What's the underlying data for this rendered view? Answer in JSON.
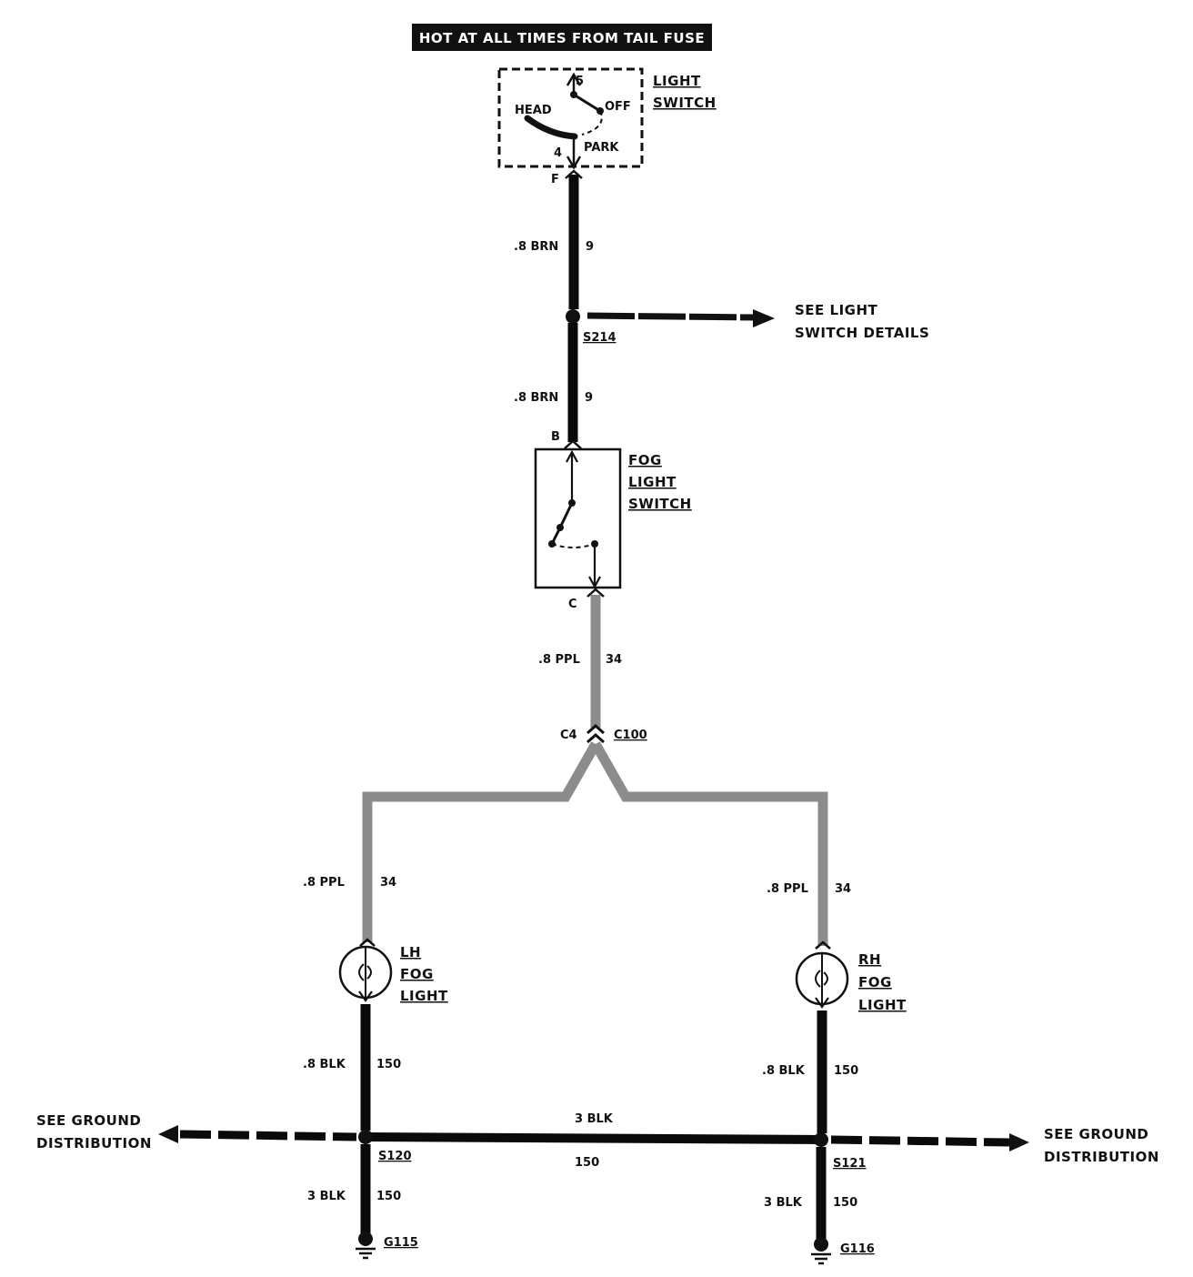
{
  "banner": {
    "text": "HOT AT ALL TIMES FROM TAIL FUSE"
  },
  "light_switch": {
    "name_line1": "LIGHT",
    "name_line2": "SWITCH",
    "pos_head": "HEAD",
    "pos_off": "OFF",
    "pos_park": "PARK",
    "pin_top": "5",
    "pin_bottom": "4",
    "terminal": "F"
  },
  "wire_top": {
    "gauge_color": ".8 BRN",
    "circuit": "9"
  },
  "splice_s214": {
    "id": "S214"
  },
  "light_switch_details": {
    "line1": "SEE LIGHT",
    "line2": "SWITCH DETAILS"
  },
  "wire_mid": {
    "gauge_color": ".8 BRN",
    "circuit": "9"
  },
  "fog_switch": {
    "terminal_in": "B",
    "terminal_out": "C",
    "name_line1": "FOG",
    "name_line2": "LIGHT",
    "name_line3": "SWITCH"
  },
  "wire_ppl_main": {
    "gauge_color": ".8 PPL",
    "circuit": "34"
  },
  "connector": {
    "pin": "C4",
    "id": "C100"
  },
  "wire_ppl_left": {
    "gauge_color": ".8 PPL",
    "circuit": "34"
  },
  "wire_ppl_right": {
    "gauge_color": ".8 PPL",
    "circuit": "34"
  },
  "lh_fog_light": {
    "line1": "LH",
    "line2": "FOG",
    "line3": "LIGHT"
  },
  "rh_fog_light": {
    "line1": "RH",
    "line2": "FOG",
    "line3": "LIGHT"
  },
  "wire_blk_left": {
    "gauge_color": ".8 BLK",
    "circuit": "150"
  },
  "wire_blk_right": {
    "gauge_color": ".8 BLK",
    "circuit": "150"
  },
  "ground_bus": {
    "gauge_color": "3 BLK",
    "circuit": "150"
  },
  "ground_dist_left": {
    "line1": "SEE GROUND",
    "line2": "DISTRIBUTION"
  },
  "ground_dist_right": {
    "line1": "SEE GROUND",
    "line2": "DISTRIBUTION"
  },
  "splice_s120": {
    "id": "S120"
  },
  "splice_s121": {
    "id": "S121"
  },
  "wire_gnd_left": {
    "gauge_color": "3 BLK",
    "circuit": "150"
  },
  "wire_gnd_right": {
    "gauge_color": "3 BLK",
    "circuit": "150"
  },
  "ground_g115": {
    "id": "G115"
  },
  "ground_g116": {
    "id": "G116"
  },
  "colors": {
    "brown_wire": "#0a0a0a",
    "purple_wire": "#8c8c8c",
    "black_wire": "#0a0a0a"
  }
}
